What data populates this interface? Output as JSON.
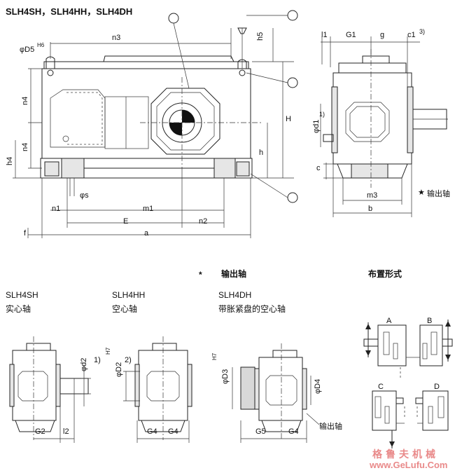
{
  "title": "SLH4SH，SLH4HH，SLH4DH",
  "dims_main": {
    "n3": "n3",
    "D5": "φD5",
    "D5_tol": "H6",
    "h5": "h5",
    "n4_a": "n4",
    "n4_b": "n4",
    "h4": "h4",
    "H": "H",
    "h": "h",
    "s": "φs",
    "n1": "n1",
    "m1": "m1",
    "E": "E",
    "n2": "n2",
    "f": "f",
    "a": "a"
  },
  "dims_side": {
    "l1": "l1",
    "G1": "G1",
    "g": "g",
    "c1": "c1",
    "c1_note": "3)",
    "d1": "φd1",
    "d1_note": "1)",
    "c": "c",
    "m3": "m3",
    "b": "b",
    "legend_star": "★",
    "legend_text": "输出轴"
  },
  "section_title_star": "*",
  "section_title": "输出轴",
  "layout_title": "布置形式",
  "variants": [
    {
      "model": "SLH4SH",
      "desc": "实心轴",
      "dim": "φd2",
      "note": "1)",
      "bottom_left": "G2",
      "bottom_right": "l2"
    },
    {
      "model": "SLH4HH",
      "desc": "空心轴",
      "dim": "φD2",
      "tol": "H7",
      "note": "2)",
      "bottom_left": "G4",
      "bottom_right": "G4"
    },
    {
      "model": "SLH4DH",
      "desc": "带胀紧盘的空心轴",
      "dim": "φD3",
      "tol": "H7",
      "dim2": "φD4",
      "bottom_left": "G5",
      "bottom_right": "G4",
      "callout": "输出轴"
    }
  ],
  "arrangements": [
    "A",
    "B",
    "C",
    "D"
  ],
  "watermark": {
    "cn": "格鲁夫机械",
    "url": "www.GeLufu.Com"
  }
}
